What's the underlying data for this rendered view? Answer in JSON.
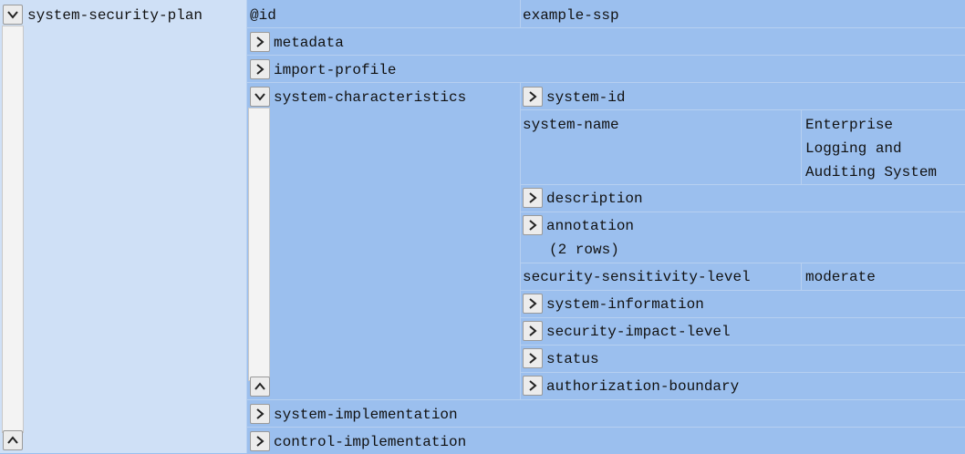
{
  "root": {
    "label": "system-security-plan"
  },
  "attr_id": {
    "key": "@id",
    "value": "example-ssp"
  },
  "top_items": [
    {
      "label": "metadata"
    },
    {
      "label": "import-profile"
    }
  ],
  "system_characteristics": {
    "label": "system-characteristics",
    "system_id": "system-id",
    "system_name": {
      "key": "system-name",
      "value_lines": [
        "Enterprise",
        "Logging and",
        "Auditing System"
      ]
    },
    "description": "description",
    "annotation": {
      "label": "annotation",
      "rows": "(2 rows)"
    },
    "sensitivity": {
      "key": "security-sensitivity-level",
      "value": "moderate"
    },
    "system_information": "system-information",
    "security_impact_level": "security-impact-level",
    "status": "status",
    "authorization_boundary": "authorization-boundary"
  },
  "bottom_items": [
    {
      "label": "system-implementation"
    },
    {
      "label": "control-implementation"
    }
  ],
  "icons": {
    "expand": "chevron-right-icon",
    "collapse": "chevron-down-icon",
    "scroll_up": "chevron-up-icon"
  },
  "colors": {
    "cell_bg": "#9bbfee",
    "root_bg": "#cfe0f6",
    "separator": "#b7d0f0"
  }
}
